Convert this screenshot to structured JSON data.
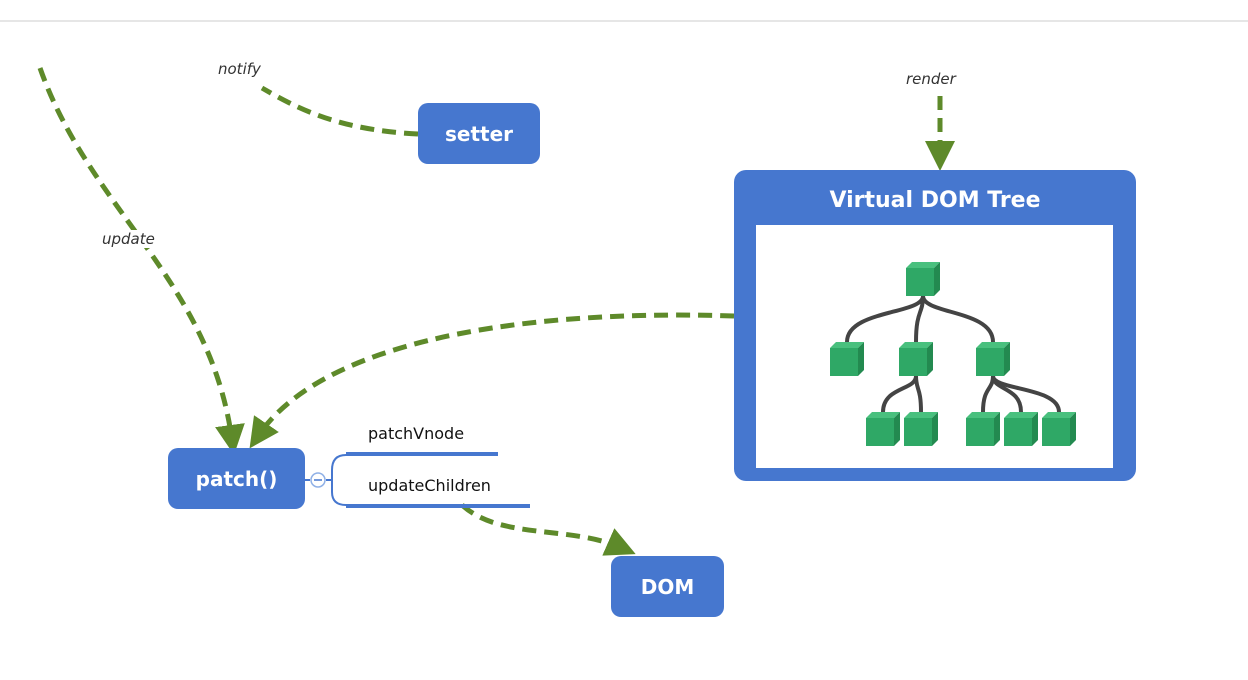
{
  "nodes": {
    "setter": "setter",
    "patch": "patch()",
    "dom": "DOM",
    "virtual_dom_tree": "Virtual DOM Tree"
  },
  "edge_labels": {
    "notify": "notify",
    "update": "update",
    "render": "render"
  },
  "patch_branches": [
    "patchVnode",
    "updateChildren"
  ],
  "collapse_toggle": "−",
  "tree_levels": [
    1,
    3,
    5
  ],
  "colors": {
    "node_blue": "#4677cf",
    "arrow_green": "#5e8a2a",
    "tree_green": "#2fa866",
    "tree_edge": "#444444"
  }
}
